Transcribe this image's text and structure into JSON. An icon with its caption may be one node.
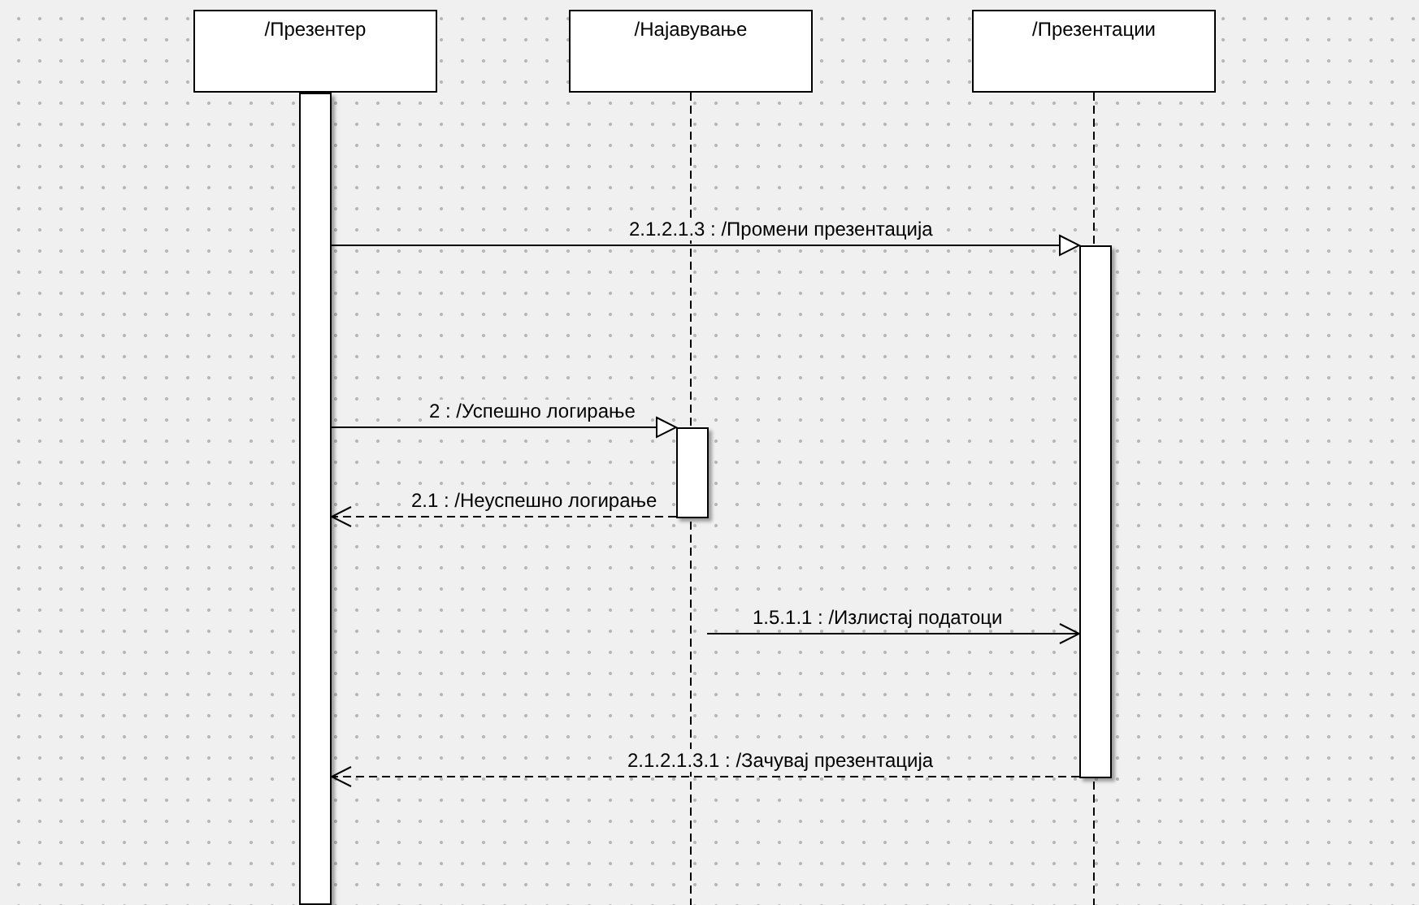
{
  "diagram": {
    "nodes": [
      {
        "text": [
          "/Презентер"
        ]
      },
      {
        "text": [
          "/Најавување"
        ]
      },
      {
        "text": [
          "/Презентации"
        ]
      },
      {
        "text": [],
        "shape": "bar"
      },
      {
        "text": [],
        "shape": "bar"
      },
      {
        "text": [],
        "shape": "bar"
      }
    ],
    "edges": [
      {
        "from": 3,
        "to": 5,
        "arrow": "to",
        "label": "2.1.2.1.3 : /Промени презентација"
      },
      {
        "from": 3,
        "to": 4,
        "arrow": "to",
        "label": "2 : /Успешно логирање"
      },
      {
        "from": 4,
        "to": 3,
        "arrow": "to",
        "style": "dashed",
        "label": "2.1 : /Неуспешно логирање"
      },
      {
        "from": null,
        "to": 5,
        "arrow": "to",
        "label": "1.5.1.1 : /Излистај податоци"
      },
      {
        "from": 5,
        "to": 3,
        "arrow": "to",
        "style": "dashed",
        "label": "2.1.2.1.3.1 : /Зачувај презентација"
      }
    ]
  }
}
